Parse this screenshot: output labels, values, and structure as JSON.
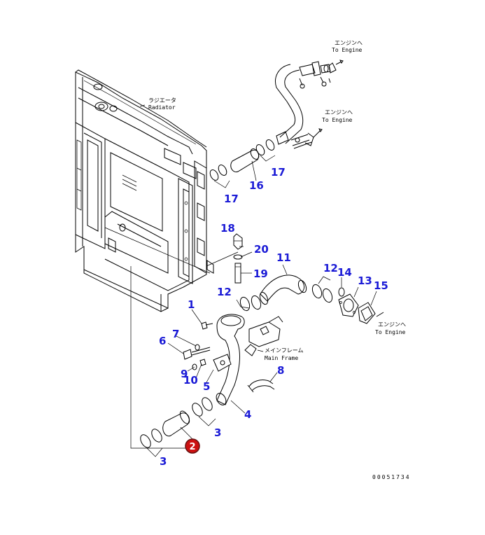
{
  "annotations": {
    "radiator_jp": "ラジエータ",
    "radiator_en": "Radiator",
    "engine_top_jp": "エンジンへ",
    "engine_top_en": "To Engine",
    "engine_mid_jp": "エンジンへ",
    "engine_mid_en": "To Engine",
    "engine_right_jp": "エンジンへ",
    "engine_right_en": "To Engine",
    "frame_jp": "メインフレーム",
    "frame_en": "Main Frame"
  },
  "callouts": {
    "c1": "1",
    "c2": "2",
    "c3a": "3",
    "c3b": "3",
    "c4": "4",
    "c5": "5",
    "c6": "6",
    "c7": "7",
    "c8": "8",
    "c9": "9",
    "c10": "10",
    "c11": "11",
    "c12a": "12",
    "c12b": "12",
    "c13": "13",
    "c14": "14",
    "c15": "15",
    "c16": "16",
    "c17a": "17",
    "c17b": "17",
    "c18": "18",
    "c19": "19",
    "c20": "20"
  },
  "colors": {
    "callout": "#1a1ad6",
    "highlight": "#cc1111"
  },
  "drawing_code": "00051734"
}
